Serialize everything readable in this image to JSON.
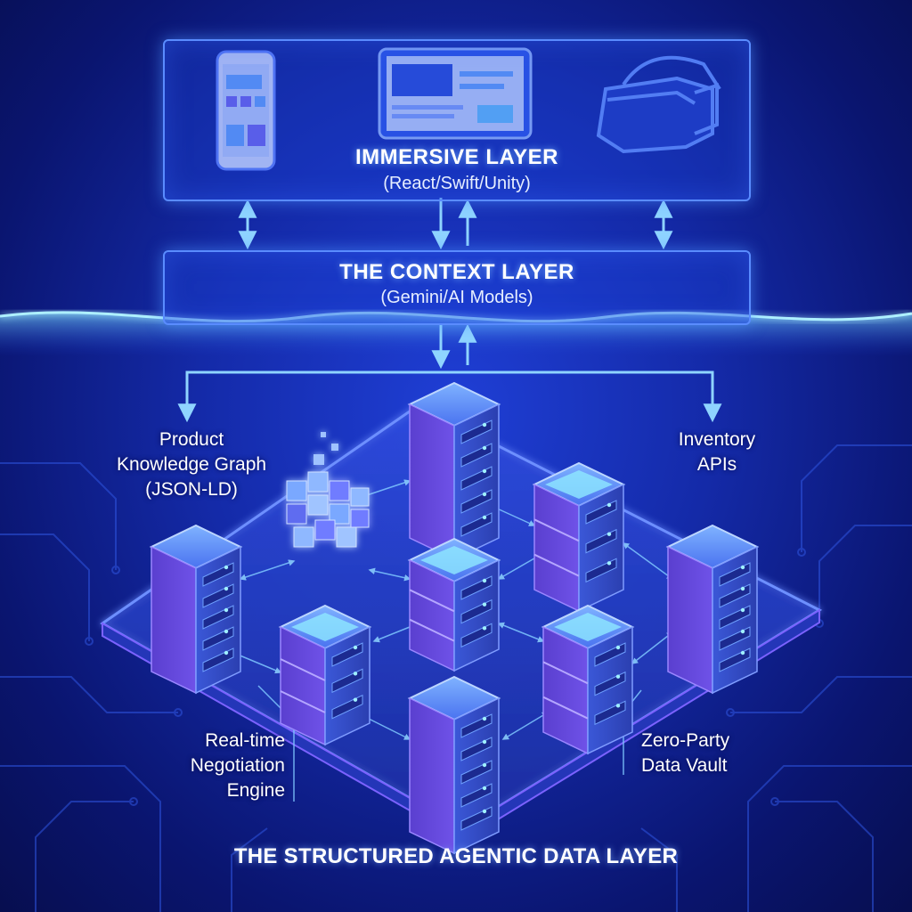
{
  "immersive_layer": {
    "title": "IMMERSIVE LAYER",
    "subtitle": "(React/Swift/Unity)"
  },
  "context_layer": {
    "title": "THE CONTEXT LAYER",
    "subtitle": "(Gemini/AI Models)"
  },
  "components": {
    "product_graph": [
      "Product",
      "Knowledge Graph",
      "(JSON-LD)"
    ],
    "inventory": [
      "Inventory",
      "APIs"
    ],
    "negotiation": [
      "Real-time",
      "Negotiation",
      "Engine"
    ],
    "vault": [
      "Zero-Party",
      "Data Vault"
    ]
  },
  "bottom_title": "THE STRUCTURED AGENTIC DATA LAYER",
  "colors": {
    "background": "#142aa8",
    "accent": "#5a8cff",
    "server_purple": "#6a4fe0",
    "server_blue": "#3f6ef0",
    "glow": "#7fd6ff"
  },
  "icons": [
    "smartphone-icon",
    "tablet-icon",
    "vr-headset-icon",
    "server-icon",
    "data-cube-cluster-icon"
  ]
}
